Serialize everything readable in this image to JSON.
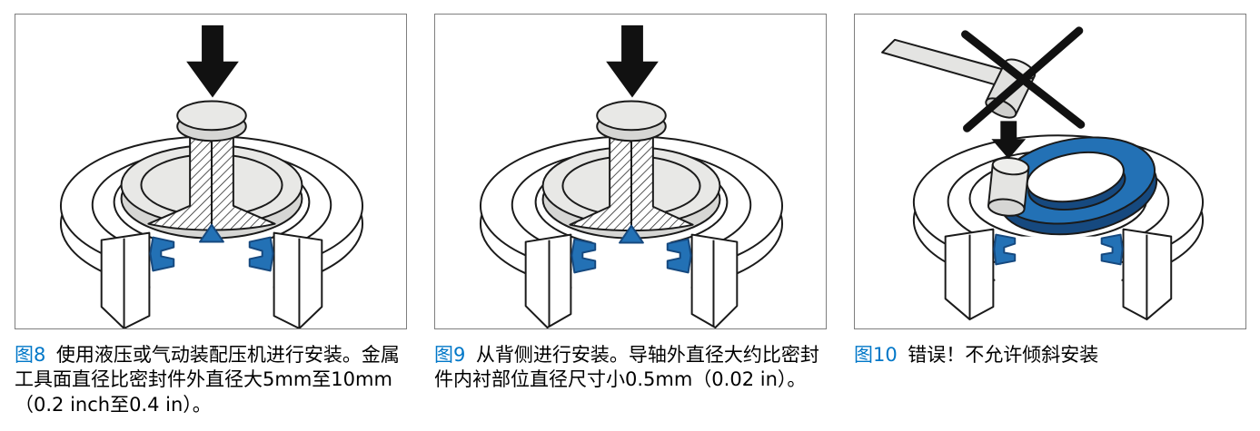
{
  "document": {
    "language": "zh-CN",
    "content_type": "seal-installation-instructions"
  },
  "colors": {
    "figure_label_blue": "#0077C8",
    "caption_text": "#000000",
    "seal_blue": "#2371B5",
    "seal_blue_dark": "#16497F",
    "tool_gray_light": "#E8E8E6",
    "tool_gray_mid": "#D6D6D4",
    "outline": "#1A1A1A",
    "figure_border": "#7F7F7F",
    "arrow_black": "#111111"
  },
  "figures": [
    {
      "label": "图8",
      "caption": "使用液压或气动装配压机进行安装。金属工具面直径比密封件外直径大5mm至10mm（0.2 inch至0.4 in）。",
      "illustration": "seal-press-installation-cutaway"
    },
    {
      "label": "图9",
      "caption": "从背侧进行安装。导轴外直径大约比密封件内衬部位直径尺寸小0.5mm（0.02 in）。",
      "illustration": "seal-back-side-installation-cutaway"
    },
    {
      "label": "图10",
      "caption": "错误！不允许倾斜安装",
      "illustration": "seal-tilted-installation-prohibited"
    }
  ]
}
